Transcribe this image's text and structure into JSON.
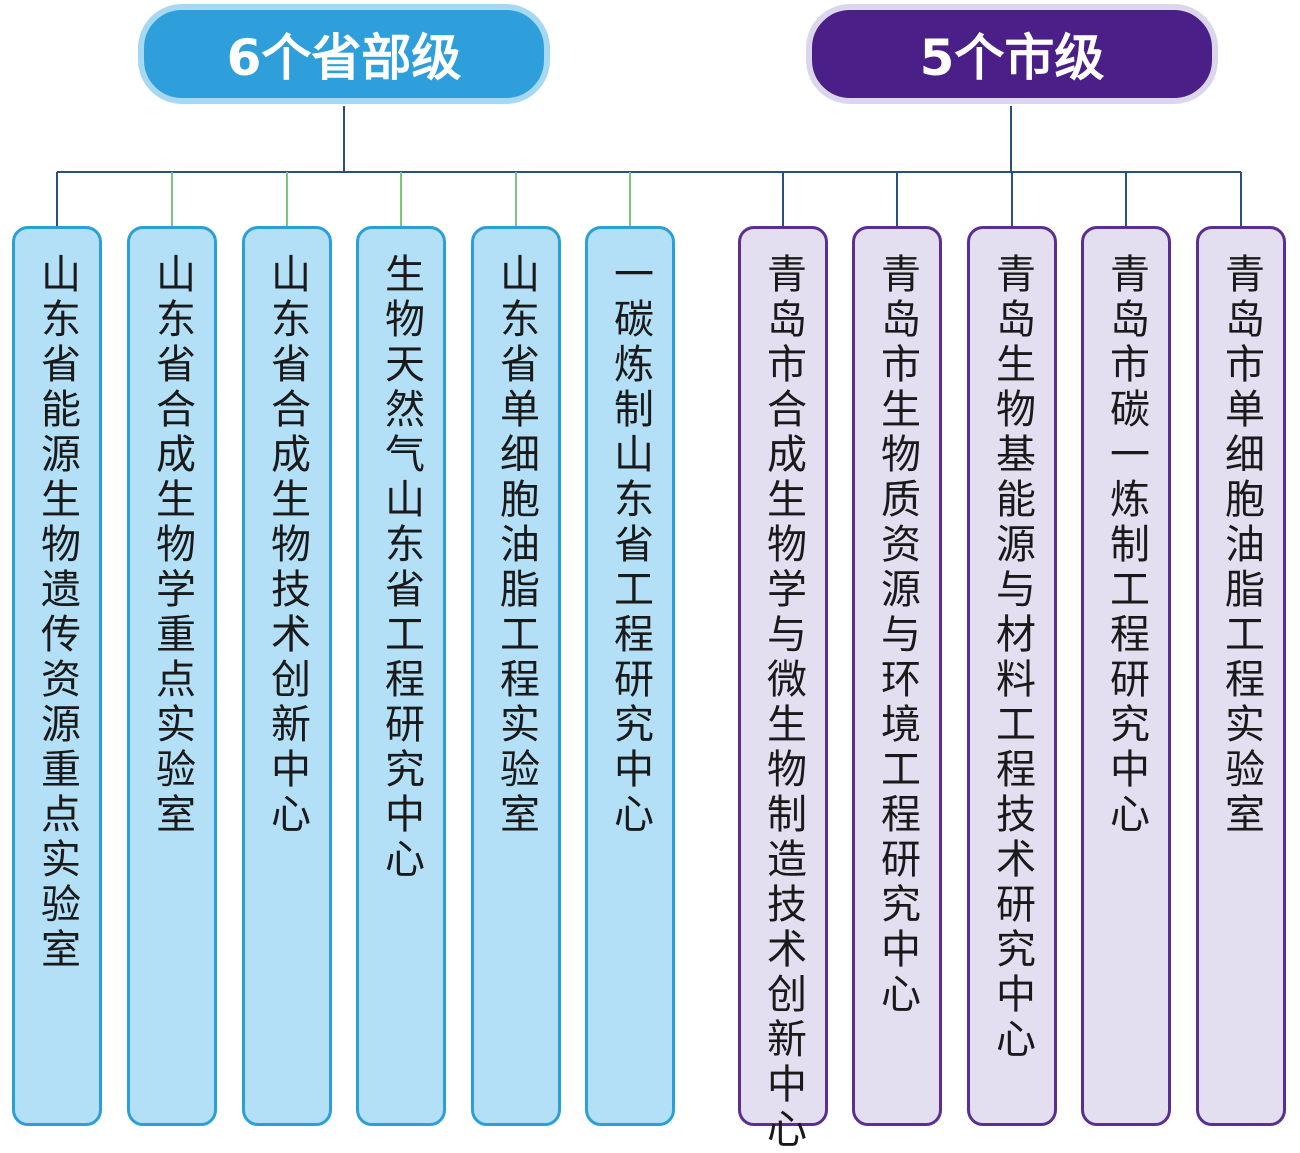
{
  "provincial": {
    "header": "6个省部级",
    "color": "#2e9fda",
    "items": [
      "山东省能源生物遗传资源重点实验室",
      "山东省合成生物学重点实验室",
      "山东省合成生物技术创新中心",
      "生物天然气山东省工程研究中心",
      "山东省单细胞油脂工程实验室",
      "一碳炼制山东省工程研究中心"
    ]
  },
  "municipal": {
    "header": "5个市级",
    "color": "#4a1f88",
    "items": [
      "青岛市合成生物学与微生物制造技术创新中心",
      "青岛市生物质资源与环境工程研究中心",
      "青岛生物基能源与材料工程技术研究中心",
      "青岛市碳一炼制工程研究中心",
      "青岛市单细胞油脂工程实验室"
    ]
  }
}
